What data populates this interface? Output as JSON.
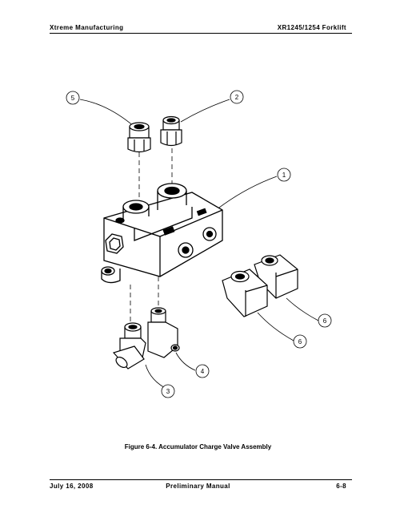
{
  "header": {
    "left": "Xtreme Manufacturing",
    "right": "XR1245/1254 Forklift"
  },
  "figure": {
    "caption": "Figure 6-4.  Accumulator Charge Valve Assembly",
    "callouts": {
      "c5": "5",
      "c2": "2",
      "c1": "1",
      "c6a": "6",
      "c6b": "6",
      "c4": "4",
      "c3": "3"
    }
  },
  "footer": {
    "left": "July 16, 2008",
    "center": "Preliminary Manual",
    "right": "6-8"
  }
}
